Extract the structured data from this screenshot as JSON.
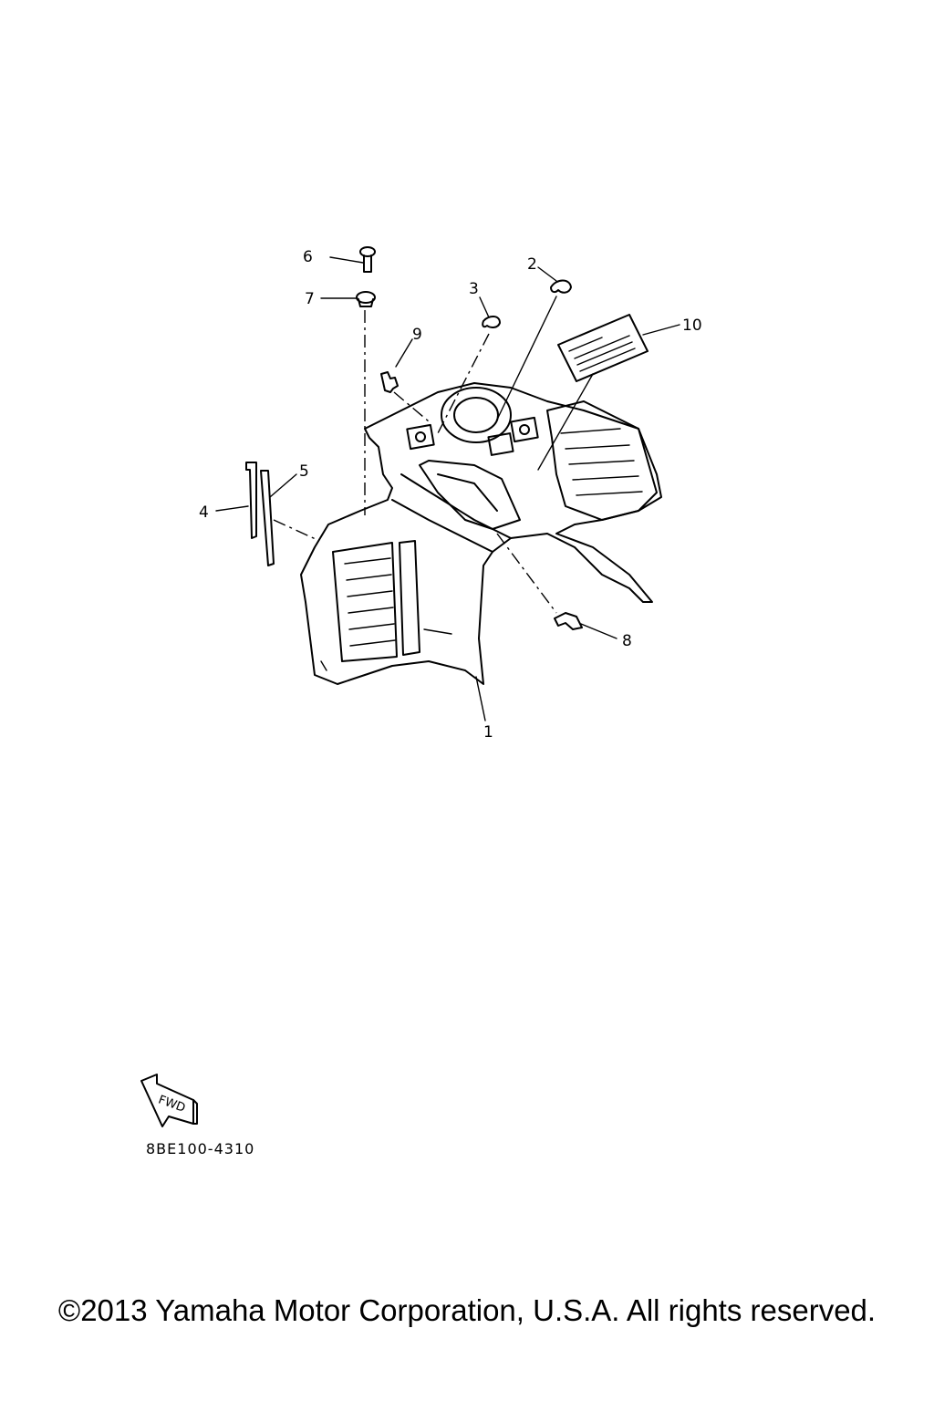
{
  "callouts": [
    {
      "id": "1",
      "label": "1"
    },
    {
      "id": "2",
      "label": "2"
    },
    {
      "id": "3",
      "label": "3"
    },
    {
      "id": "4",
      "label": "4"
    },
    {
      "id": "5",
      "label": "5"
    },
    {
      "id": "6",
      "label": "6"
    },
    {
      "id": "7",
      "label": "7"
    },
    {
      "id": "8",
      "label": "8"
    },
    {
      "id": "9",
      "label": "9"
    },
    {
      "id": "10",
      "label": "10"
    }
  ],
  "direction_arrow": {
    "label": "FWD",
    "icon": "fwd-arrow-icon"
  },
  "diagram_code": "8BE100-4310",
  "copyright": "©2013 Yamaha Motor Corporation, U.S.A. All rights reserved."
}
